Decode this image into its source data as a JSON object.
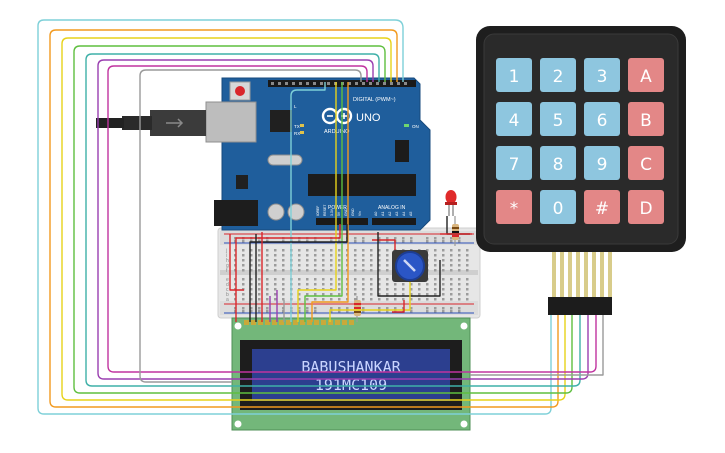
{
  "board": {
    "brand": "ARDUINO",
    "model": "UNO",
    "digital_label": "DIGITAL (PWM~)",
    "power_label": "POWER",
    "analog_label": "ANALOG IN",
    "tx_label": "TX",
    "rx_label": "RX",
    "l_label": "L",
    "on_label": "ON",
    "power_pins": [
      "IOREF",
      "RESET",
      "3.3V",
      "5V",
      "GND",
      "GND",
      "Vin"
    ],
    "analog_pins": [
      "A0",
      "A1",
      "A2",
      "A3",
      "A4",
      "A5"
    ]
  },
  "lcd": {
    "line1": "BABUSHANKAR",
    "line2": "191MC109",
    "backlight_color": "#2c3f8f",
    "text_color": "#c9d4ff"
  },
  "keypad": {
    "keys": [
      {
        "label": "1",
        "kind": "num"
      },
      {
        "label": "2",
        "kind": "num"
      },
      {
        "label": "3",
        "kind": "num"
      },
      {
        "label": "A",
        "kind": "letter"
      },
      {
        "label": "4",
        "kind": "num"
      },
      {
        "label": "5",
        "kind": "num"
      },
      {
        "label": "6",
        "kind": "num"
      },
      {
        "label": "B",
        "kind": "letter"
      },
      {
        "label": "7",
        "kind": "num"
      },
      {
        "label": "8",
        "kind": "num"
      },
      {
        "label": "9",
        "kind": "num"
      },
      {
        "label": "C",
        "kind": "letter"
      },
      {
        "label": "*",
        "kind": "letter"
      },
      {
        "label": "0",
        "kind": "num"
      },
      {
        "label": "#",
        "kind": "letter"
      },
      {
        "label": "D",
        "kind": "letter"
      }
    ],
    "num_key_color": "#8ec6df",
    "letter_key_color": "#e38787"
  },
  "breadboard": {
    "row_letters_top": [
      "j",
      "i",
      "h",
      "g",
      "f"
    ],
    "row_letters_bottom": [
      "e",
      "d",
      "c",
      "b",
      "a"
    ]
  },
  "colors": {
    "board_blue": "#1f5e9c",
    "wire_cyan": "#7ed0d8",
    "wire_orange": "#f29a1f",
    "wire_yellow": "#e7d21a",
    "wire_green": "#5fbf3f",
    "wire_purple": "#9a3fb0",
    "wire_magenta": "#c0339f",
    "wire_gray": "#9a9a9a",
    "wire_red": "#d9262b",
    "wire_black": "#222222"
  }
}
